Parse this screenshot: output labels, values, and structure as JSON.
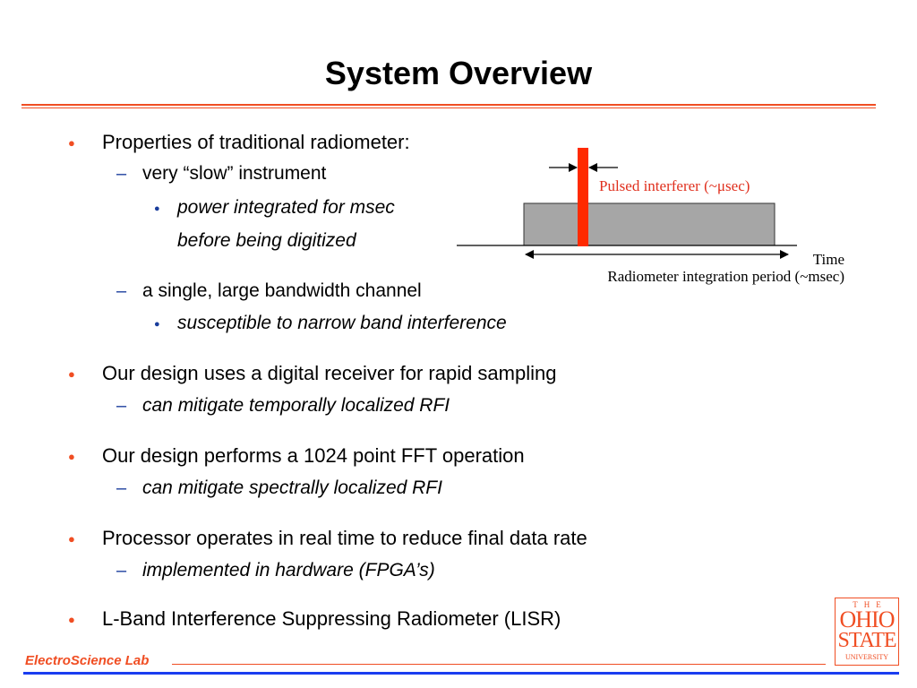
{
  "slide": {
    "title": "System Overview"
  },
  "bullets": {
    "b1": {
      "text": "Properties of traditional radiometer:",
      "s1": {
        "text": "very “slow” instrument",
        "t1_line1": "power integrated for msec",
        "t1_line2": "before being digitized"
      },
      "s2": {
        "text": "a single, large bandwidth channel",
        "t1": "susceptible to narrow band interference"
      }
    },
    "b2": {
      "text": "Our design uses a digital receiver for rapid sampling",
      "s1": "can mitigate temporally localized RFI"
    },
    "b3": {
      "text": "Our design performs a 1024 point FFT operation",
      "s1": "can mitigate spectrally localized RFI"
    },
    "b4": {
      "text": "Processor operates in real time to reduce final data rate",
      "s1": "implemented in hardware (FPGA’s)"
    },
    "b5": {
      "text": "L-Band Interference Suppressing Radiometer (LISR)"
    }
  },
  "symbols": {
    "bullet": "●",
    "dash": "–"
  },
  "diagram": {
    "pulse_label": "Pulsed interferer (~μsec)",
    "time_label": "Time",
    "period_label": "Radiometer integration period (~msec)",
    "colors": {
      "pulse": "#ff2a00",
      "block": "#a6a6a6",
      "pulse_label": "#e0301e"
    }
  },
  "footer": {
    "lab": "ElectroScience Lab"
  },
  "logo": {
    "the": "THE",
    "ohio": "OHIO",
    "state": "STATE",
    "university": "UNIVERSITY"
  },
  "colors": {
    "accent": "#f04e23",
    "bullet_blue": "#1a3d9c",
    "footer_blue": "#1a3df0"
  }
}
